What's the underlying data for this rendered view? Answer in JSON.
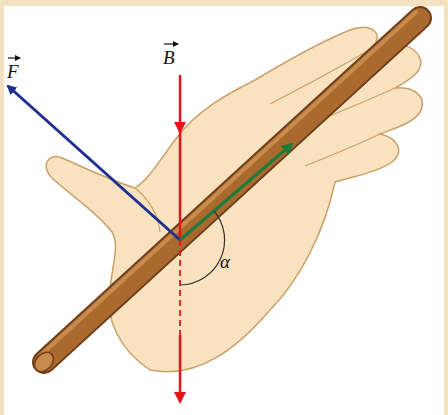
{
  "diagram": {
    "labels": [
      "F",
      "B",
      "α"
    ]
  }
}
